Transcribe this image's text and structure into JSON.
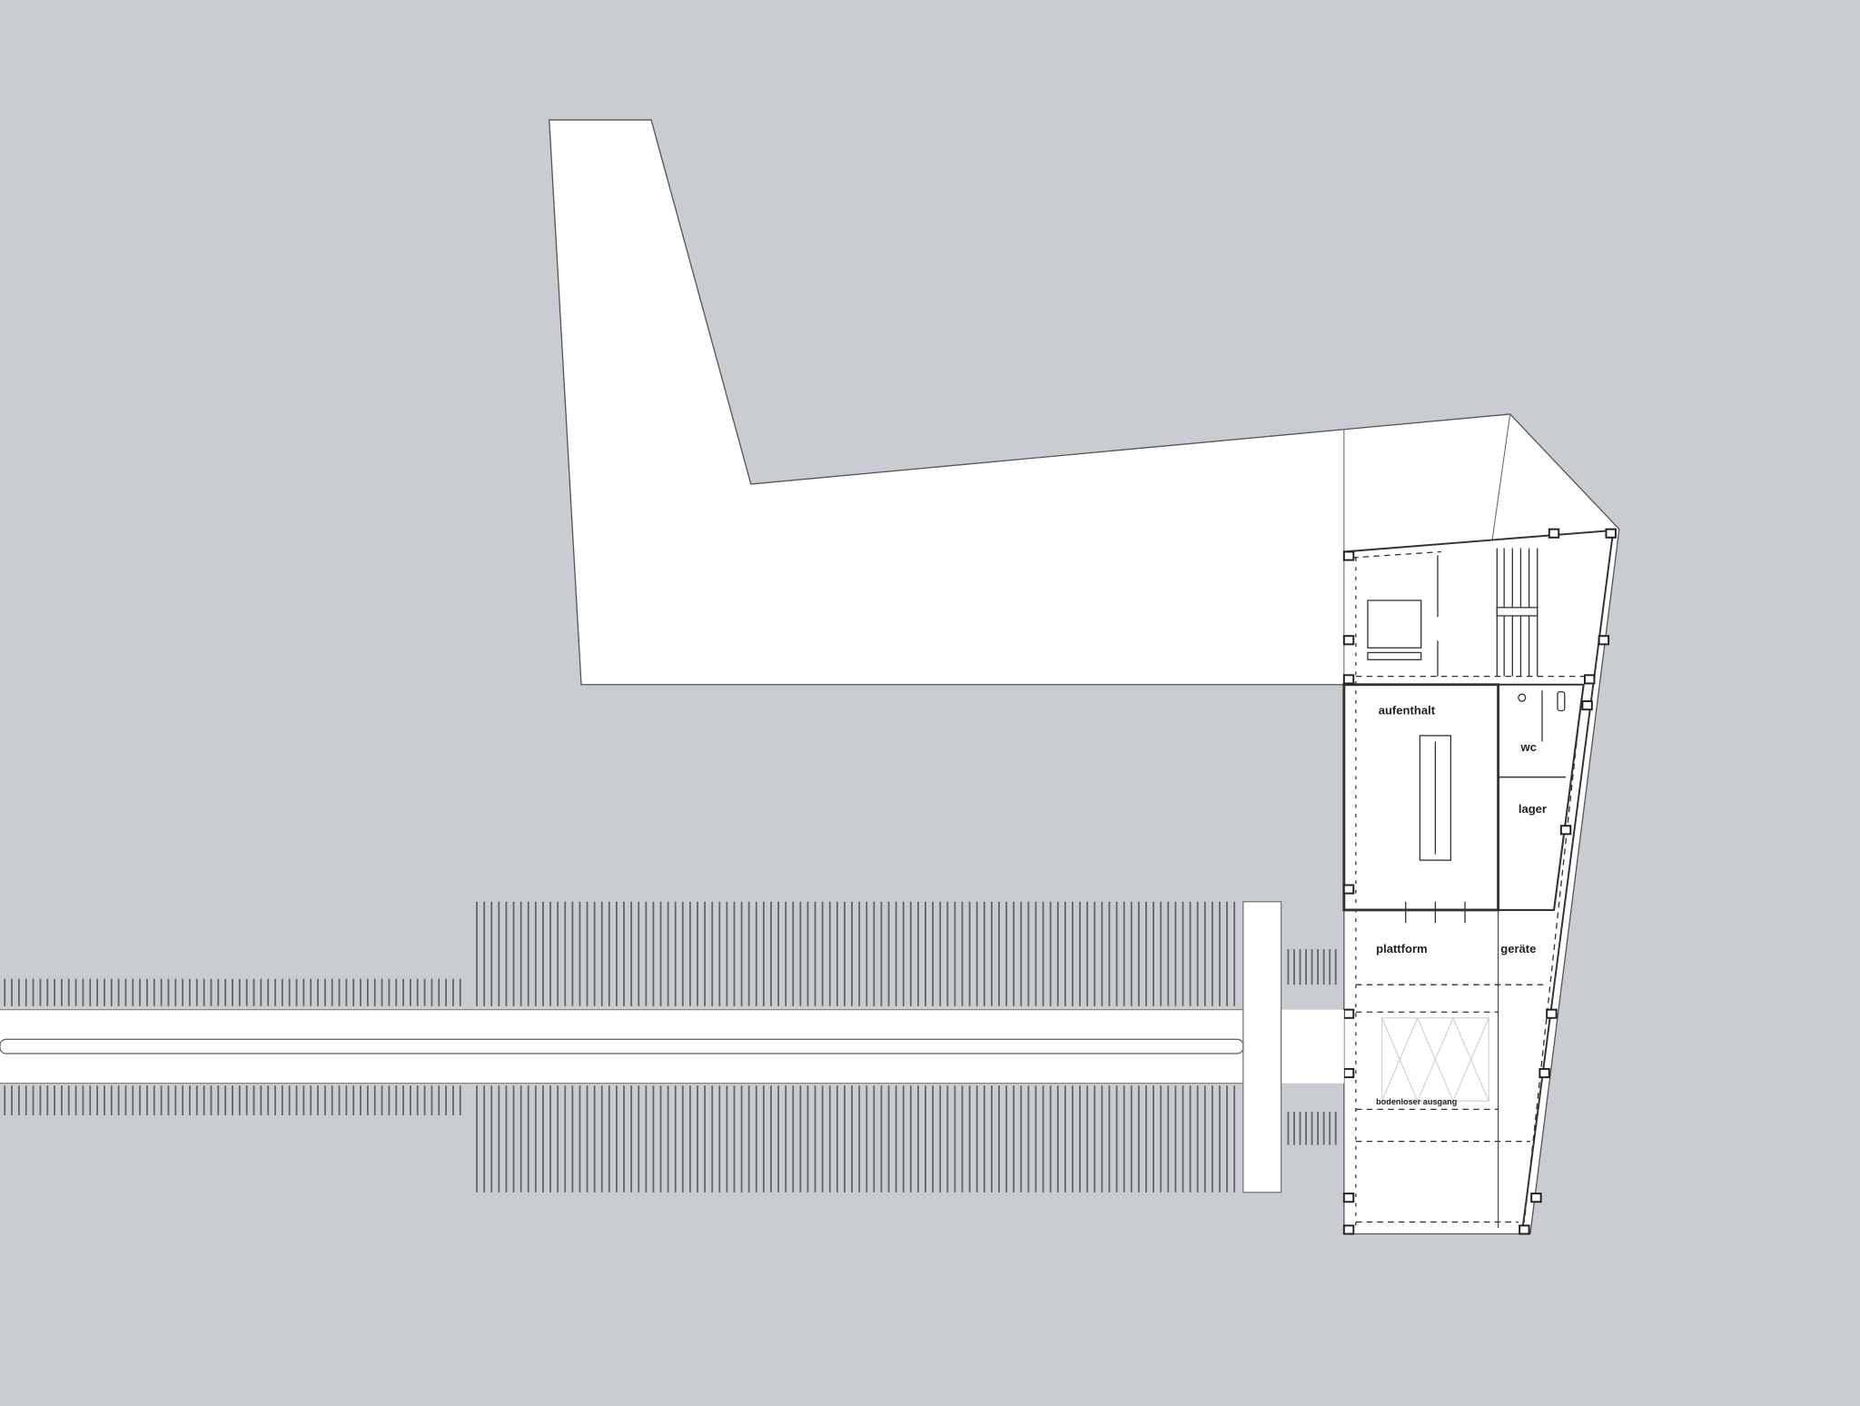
{
  "plan": {
    "rooms": {
      "lounge": "aufenthalt",
      "wc": "wc",
      "storage": "lager",
      "platform": "plattform",
      "equipment": "geräte",
      "exit": "bodenloser ausgang"
    }
  },
  "colors": {
    "background": "#c9ccd0",
    "building": "#ffffff",
    "line": "#333333"
  }
}
